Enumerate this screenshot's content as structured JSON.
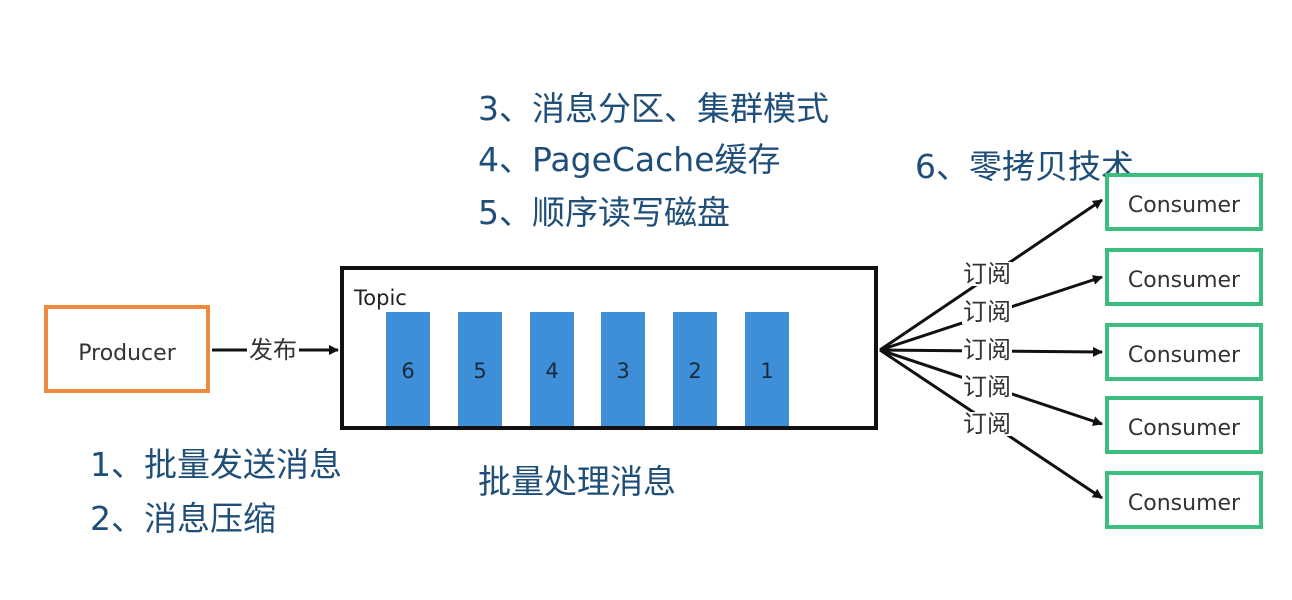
{
  "notes": {
    "partition_cluster": "3、消息分区、集群模式",
    "page_cache": "4、PageCache缓存",
    "sequential_disk": "5、顺序读写磁盘",
    "zero_copy": "6、零拷贝技术",
    "batch_send": "1、批量发送消息",
    "compression": "2、消息压缩",
    "batch_process": "批量处理消息"
  },
  "producer": {
    "label": "Producer"
  },
  "publish": {
    "label": "发布"
  },
  "topic": {
    "label": "Topic",
    "partitions": [
      "6",
      "5",
      "4",
      "3",
      "2",
      "1"
    ]
  },
  "subscribe": {
    "labels": [
      "订阅",
      "订阅",
      "订阅",
      "订阅",
      "订阅"
    ]
  },
  "consumers": [
    "Consumer",
    "Consumer",
    "Consumer",
    "Consumer",
    "Consumer"
  ],
  "colors": {
    "note_text": "#1f4e79",
    "producer_border": "#f0883e",
    "consumer_border": "#3bbd7d",
    "partition_fill": "#3f8fd8",
    "topic_border": "#111111"
  }
}
